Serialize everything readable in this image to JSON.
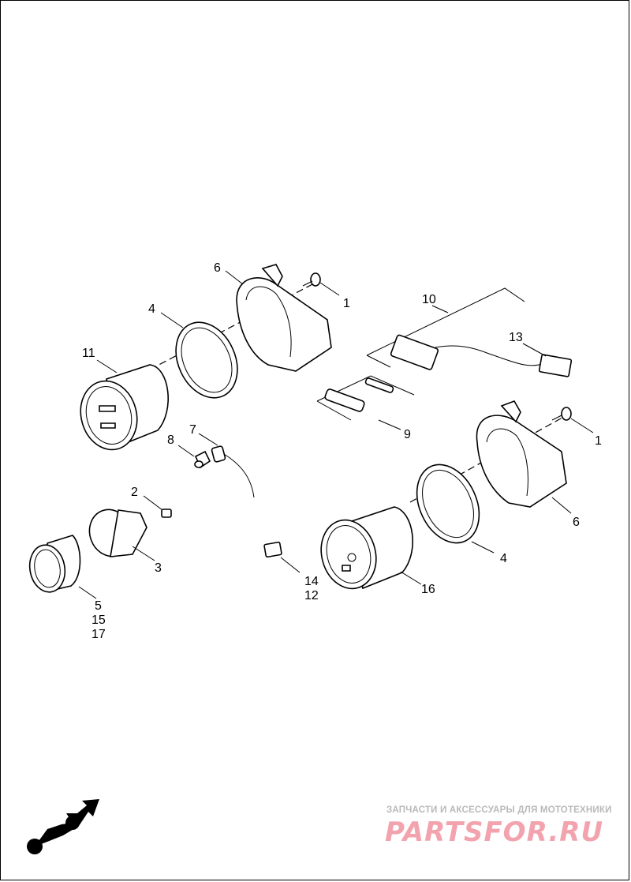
{
  "diagram": {
    "callouts": {
      "c1a": "1",
      "c1b": "1",
      "c2": "2",
      "c3": "3",
      "c4a": "4",
      "c4b": "4",
      "c5": "5",
      "c15": "15",
      "c17": "17",
      "c6a": "6",
      "c6b": "6",
      "c7": "7",
      "c8": "8",
      "c9": "9",
      "c10": "10",
      "c11": "11",
      "c12": "12",
      "c13": "13",
      "c14": "14",
      "c16": "16"
    },
    "icons": [
      "motorcycle-logo-icon"
    ],
    "watermark": {
      "tagline": "ЗАПЧАСТИ И АКСЕССУАРЫ ДЛЯ МОТОТЕХНИКИ",
      "brand": "PARTSFOR.RU",
      "color": "#f2a3ad"
    }
  }
}
